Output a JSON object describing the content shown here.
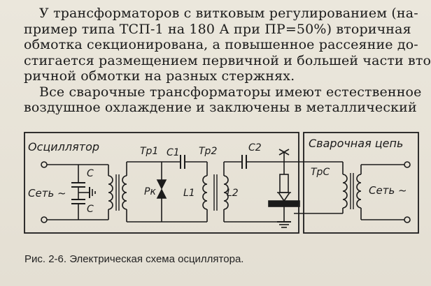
{
  "text": {
    "paragraph1": [
      "У трансформаторов с витковым регулированием (на-",
      "пример типа ТСП-1 на 180 А при ПР=50%) вторичная",
      "обмотка секционирована, а повышенное рассеяние до-",
      "стигается размещением первичной и большей части вто-",
      "ричной обмотки на разных стержнях."
    ],
    "paragraph2": [
      "Все сварочные трансформаторы имеют естественное",
      "воздушное  охлаждение и заключены в металлический"
    ]
  },
  "diagram": {
    "oscillator_title": "Осциллятор",
    "welding_title": "Сварочная цепь",
    "labels": {
      "tr1": "Тр1",
      "c1": "C1",
      "tr2": "Тр2",
      "c2": "C2",
      "c_top": "C",
      "c_bottom": "C",
      "pk": "Рк",
      "l1": "L1",
      "l2": "L2",
      "trc": "ТрС",
      "mains_left": "Сеть ~",
      "mains_right": "Сеть ~"
    }
  },
  "caption": "Рис. 2-6. Электрическая схема осциллятора."
}
